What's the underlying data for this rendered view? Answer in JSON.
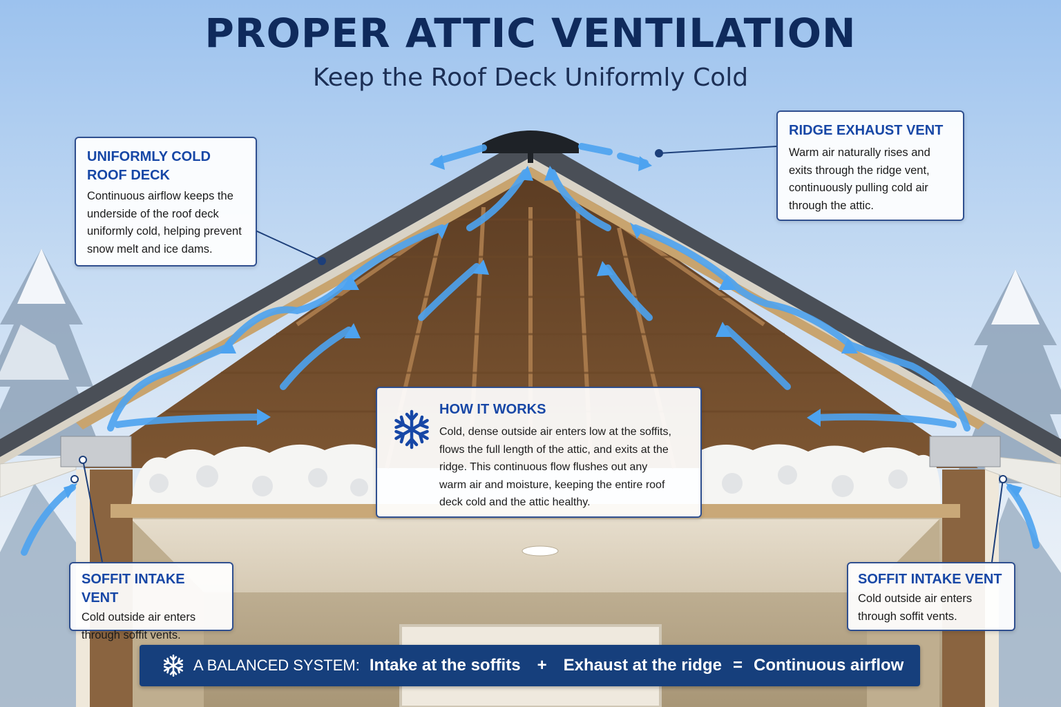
{
  "title": "PROPER ATTIC VENTILATION",
  "subtitle": "Keep the Roof Deck Uniformly Cold",
  "callouts": {
    "roof_deck": {
      "heading_line1": "UNIFORMLY COLD",
      "heading_line2": "ROOF DECK",
      "body": [
        "Continuous airflow keeps the",
        "underside of the roof deck",
        "uniformly cold, helping prevent",
        "snow melt and ice dams."
      ]
    },
    "ridge_vent": {
      "heading": "RIDGE EXHAUST VENT",
      "body": [
        "Warm air naturally rises and",
        "exits through the ridge vent,",
        "continuously pulling cold air",
        "through the attic."
      ]
    },
    "how_it_works": {
      "heading": "HOW IT WORKS",
      "body": [
        "Cold, dense outside air enters low at the soffits,",
        "flows the full length of the attic, and exits at the",
        "ridge. This continuous flow flushes out any",
        "warm air and moisture, keeping the entire roof",
        "deck cold and the attic healthy."
      ]
    },
    "soffit_left": {
      "heading": "SOFFIT INTAKE VENT",
      "body": [
        "Cold outside air enters",
        "through soffit vents."
      ]
    },
    "soffit_right": {
      "heading": "SOFFIT INTAKE VENT",
      "body": [
        "Cold outside air enters",
        "through soffit vents."
      ]
    }
  },
  "summary_bar": {
    "label": "A BALANCED SYSTEM:",
    "intake": "Intake at the soffits",
    "plus": "+",
    "exhaust": "Exhaust at the ridge",
    "equals": "=",
    "result": "Continuous airflow"
  },
  "icons": {
    "how_it_works": "snowflake-icon",
    "summary_bar": "snowflake-icon"
  },
  "colors": {
    "title": "#0f2a5c",
    "heading": "#1747a6",
    "airflow": "#4da3f0",
    "bar_bg": "#163f7c"
  }
}
